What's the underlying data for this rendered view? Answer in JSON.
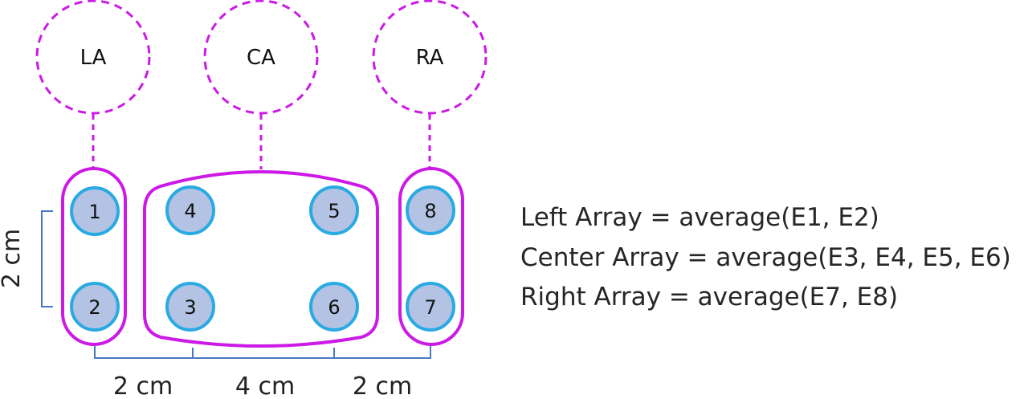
{
  "colors": {
    "array_outline": "#cc19e6",
    "electrode_fill": "#b4c3e3",
    "electrode_stroke": "#29aae2",
    "dimension_line": "#4a78c0",
    "text": "#222222"
  },
  "array_labels": {
    "left": "LA",
    "center": "CA",
    "right": "RA"
  },
  "electrodes": {
    "e1": "1",
    "e2": "2",
    "e3": "3",
    "e4": "4",
    "e5": "5",
    "e6": "6",
    "e7": "7",
    "e8": "8"
  },
  "dimensions": {
    "vertical": "2 cm",
    "horizontal_left": "2 cm",
    "horizontal_middle": "4 cm",
    "horizontal_right": "2 cm"
  },
  "formulas": {
    "left": "Left Array = average(E1, E2)",
    "center": "Center Array = average(E3, E4, E5, E6)",
    "right": "Right Array = average(E7, E8)"
  }
}
